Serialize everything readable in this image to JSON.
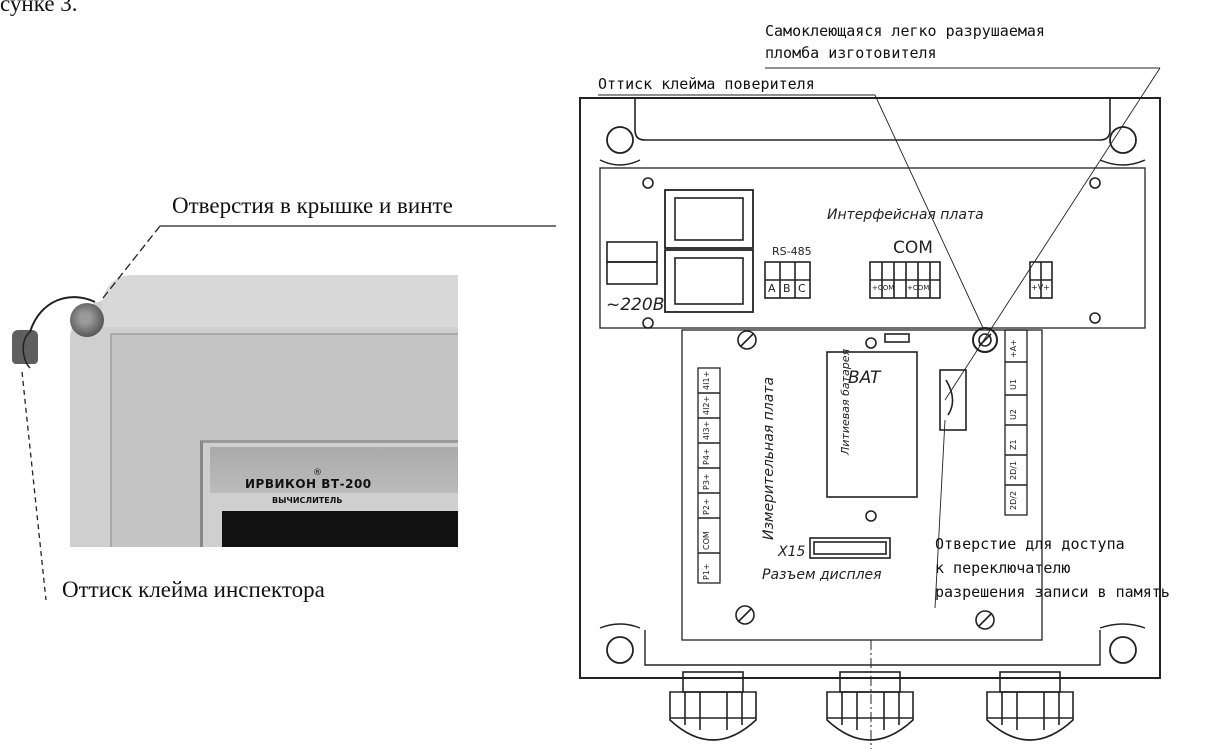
{
  "header_fragment": "сунке 3.",
  "photo": {
    "brand": "ИРВИКОН",
    "model": "ВТ-200",
    "sup": "®",
    "subtitle": "ВЫЧИСЛИТЕЛЬ"
  },
  "callouts": {
    "holes": "Отверстия в крышке и винте",
    "inspector_stamp": "Оттиск клейма инспектора",
    "manufacturer_seal_line1": "Самоклеющаяся легко разрушаемая",
    "manufacturer_seal_line2": "пломба изготовителя",
    "verifier_stamp": "Оттиск клейма поверителя",
    "access_line1": "Отверстие для доступа",
    "access_line2": "к переключателю",
    "access_line3": "разрешения записи в память"
  },
  "drawing": {
    "interface_board": "Интерфейсная плата",
    "rs485": "RS-485",
    "rs485_pins": [
      "A",
      "B",
      "C"
    ],
    "com": "COM",
    "com_pins": [
      "+COM",
      "+COM"
    ],
    "power_pins": "+V+",
    "voltage": "~220В",
    "measuring_board": "Измерительная плата",
    "bat": "BAT",
    "battery": "Литиевая батарея",
    "x15": "X15",
    "display_connector": "Разъем дисплея",
    "left_terminals": [
      "P1+",
      "COM",
      "P2+",
      "P3+",
      "P4+",
      "4I3+",
      "4I2+",
      "4I1+"
    ],
    "right_terminals": [
      "+A+",
      "U1",
      "U2",
      "Z1",
      "2D/1",
      "2D/2"
    ]
  }
}
